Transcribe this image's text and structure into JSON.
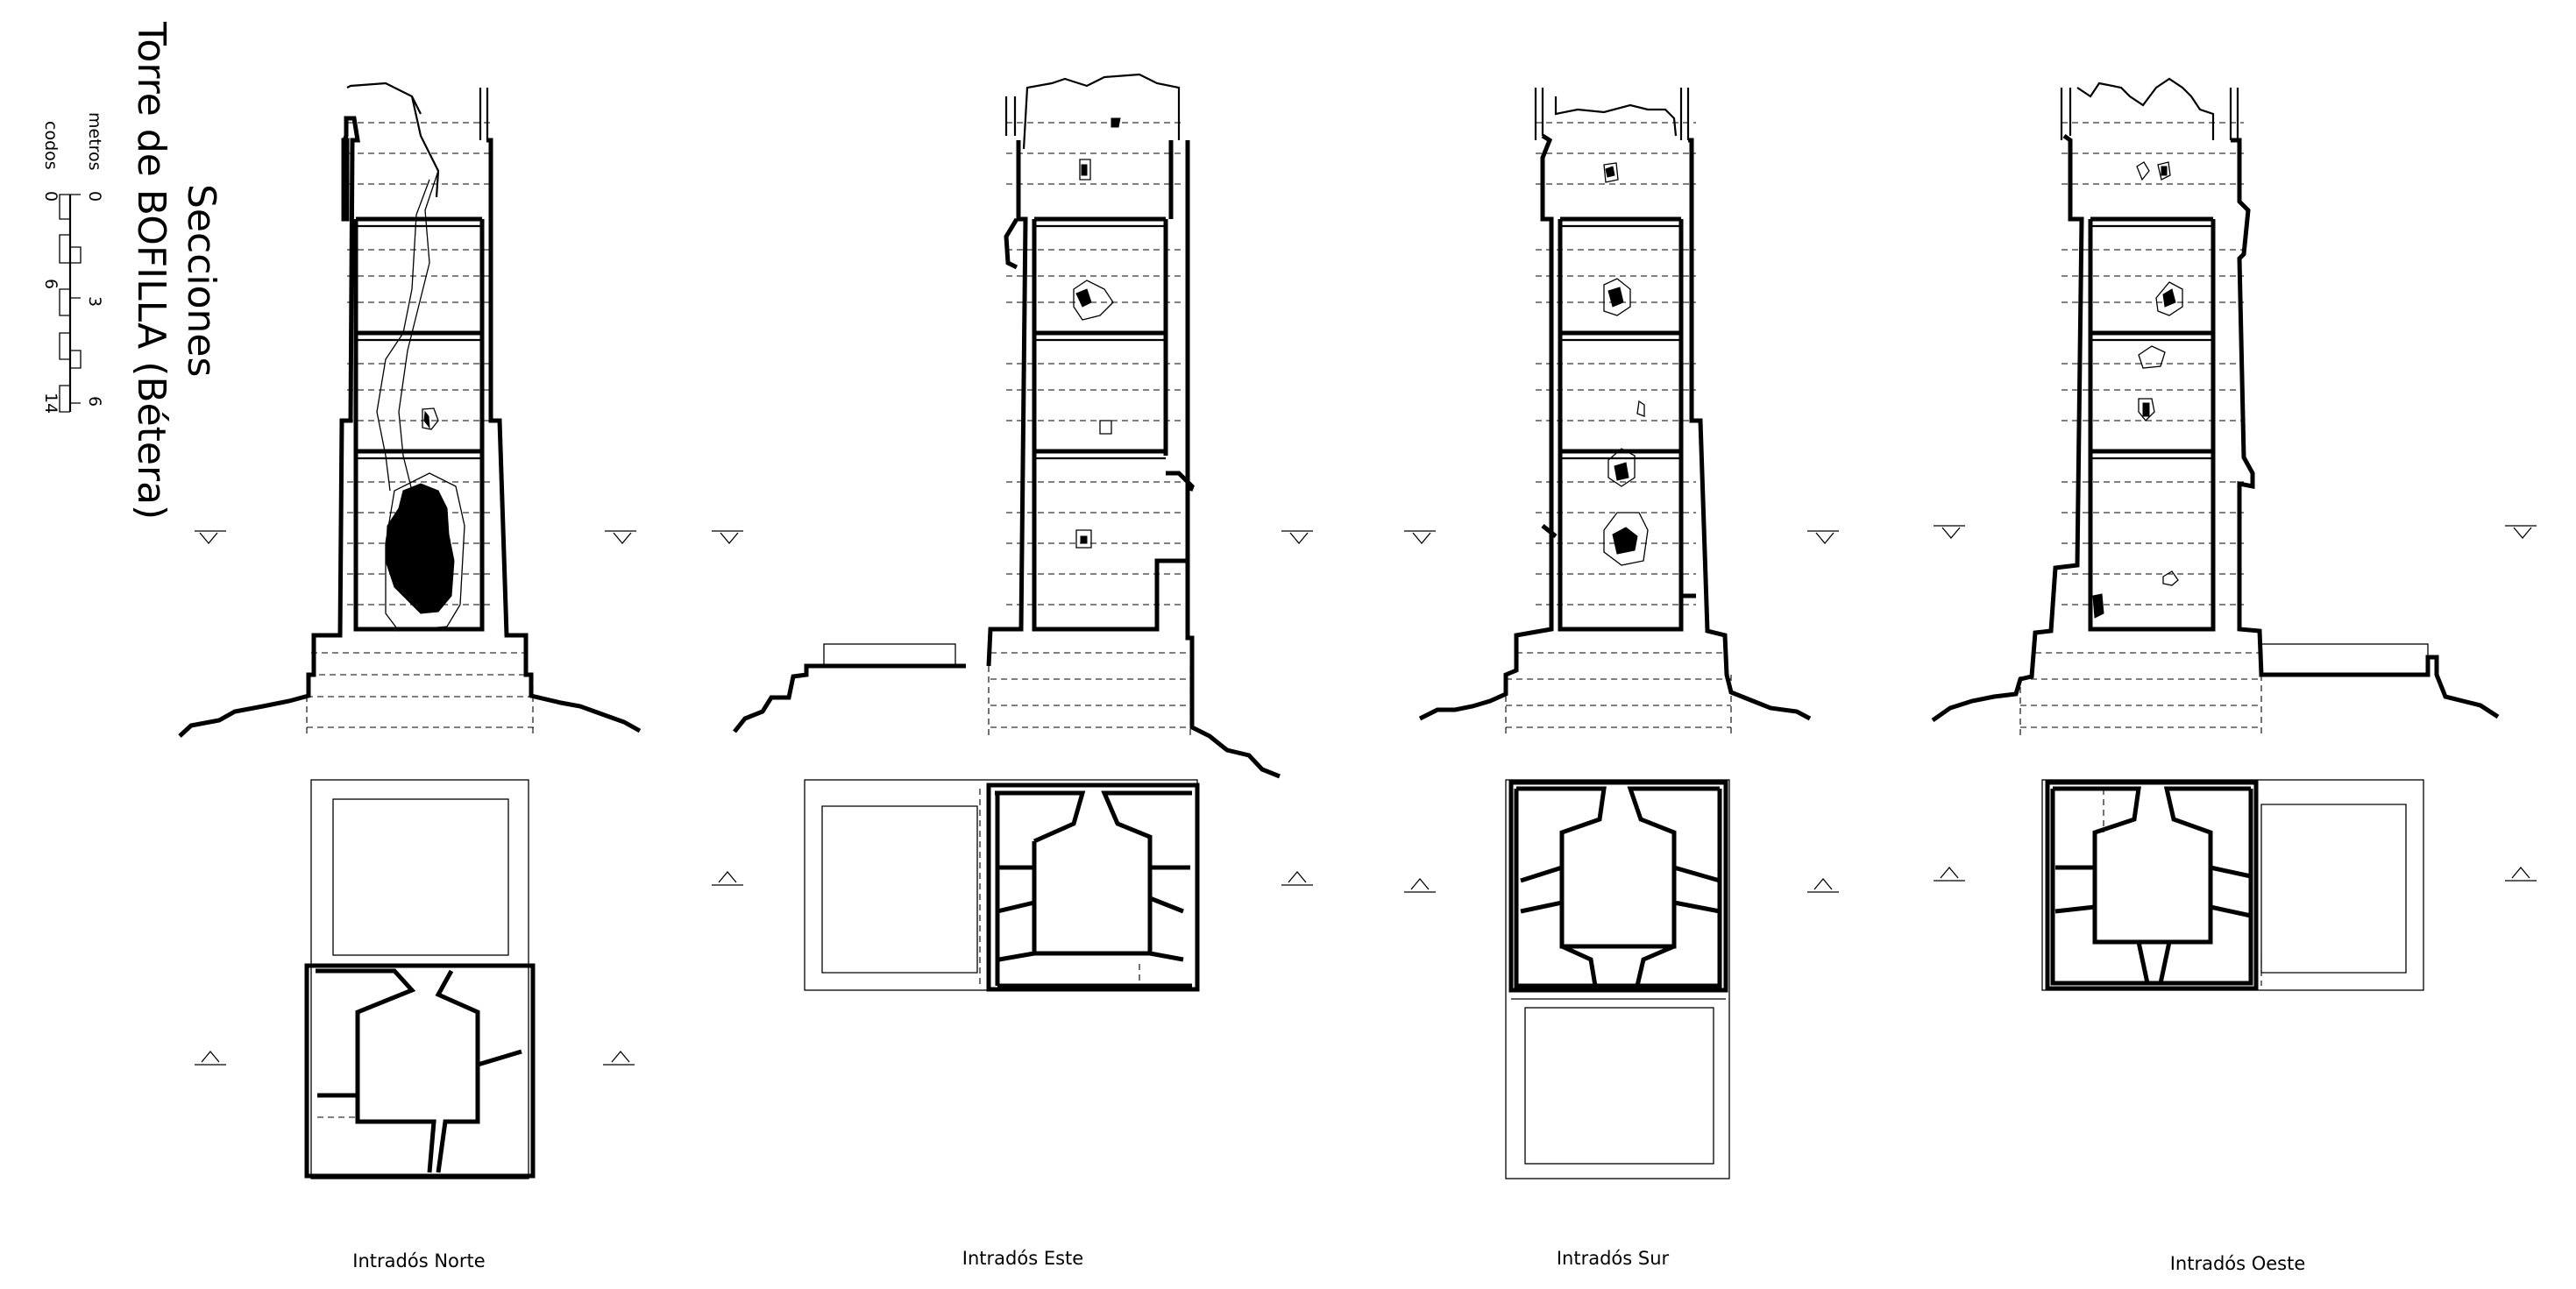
{
  "title": {
    "line1": "Secciones",
    "line2": "Torre de BOFILLA (Bétera)"
  },
  "scale_bar": {
    "unit_top": "metros",
    "unit_bottom": "codos",
    "ticks_top": [
      "0",
      "3",
      "6"
    ],
    "ticks_bottom": [
      "0",
      "6",
      "14"
    ]
  },
  "panels": [
    {
      "id": "norte",
      "caption": "Intradós Norte"
    },
    {
      "id": "este",
      "caption": "Intradós Este"
    },
    {
      "id": "sur",
      "caption": "Intradós Sur"
    },
    {
      "id": "oeste",
      "caption": "Intradós Oeste"
    }
  ]
}
